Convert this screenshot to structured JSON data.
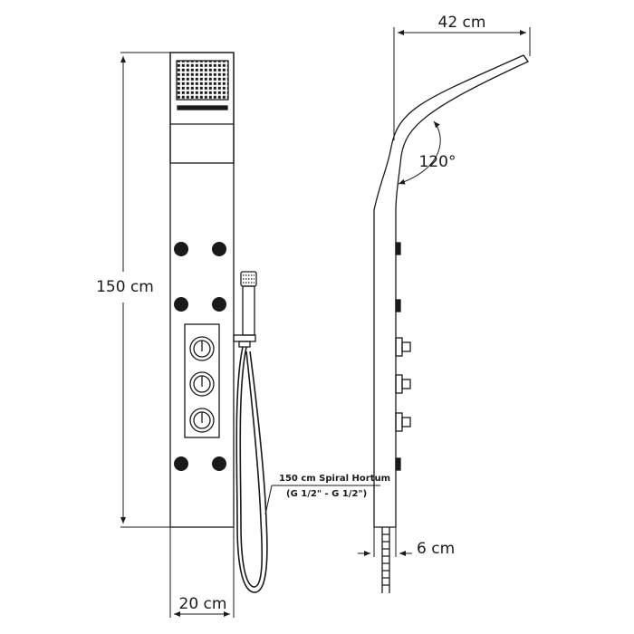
{
  "dimensions": {
    "height": "150 cm",
    "width": "20 cm",
    "depth": "42 cm",
    "angle": "120°",
    "thickness": "6 cm"
  },
  "hose_note": {
    "line1": "150 cm Spiral Hortum",
    "line2": "(G 1/2\" - G 1/2\")"
  },
  "colors": {
    "stroke": "#1a1a1a",
    "background": "#ffffff"
  }
}
